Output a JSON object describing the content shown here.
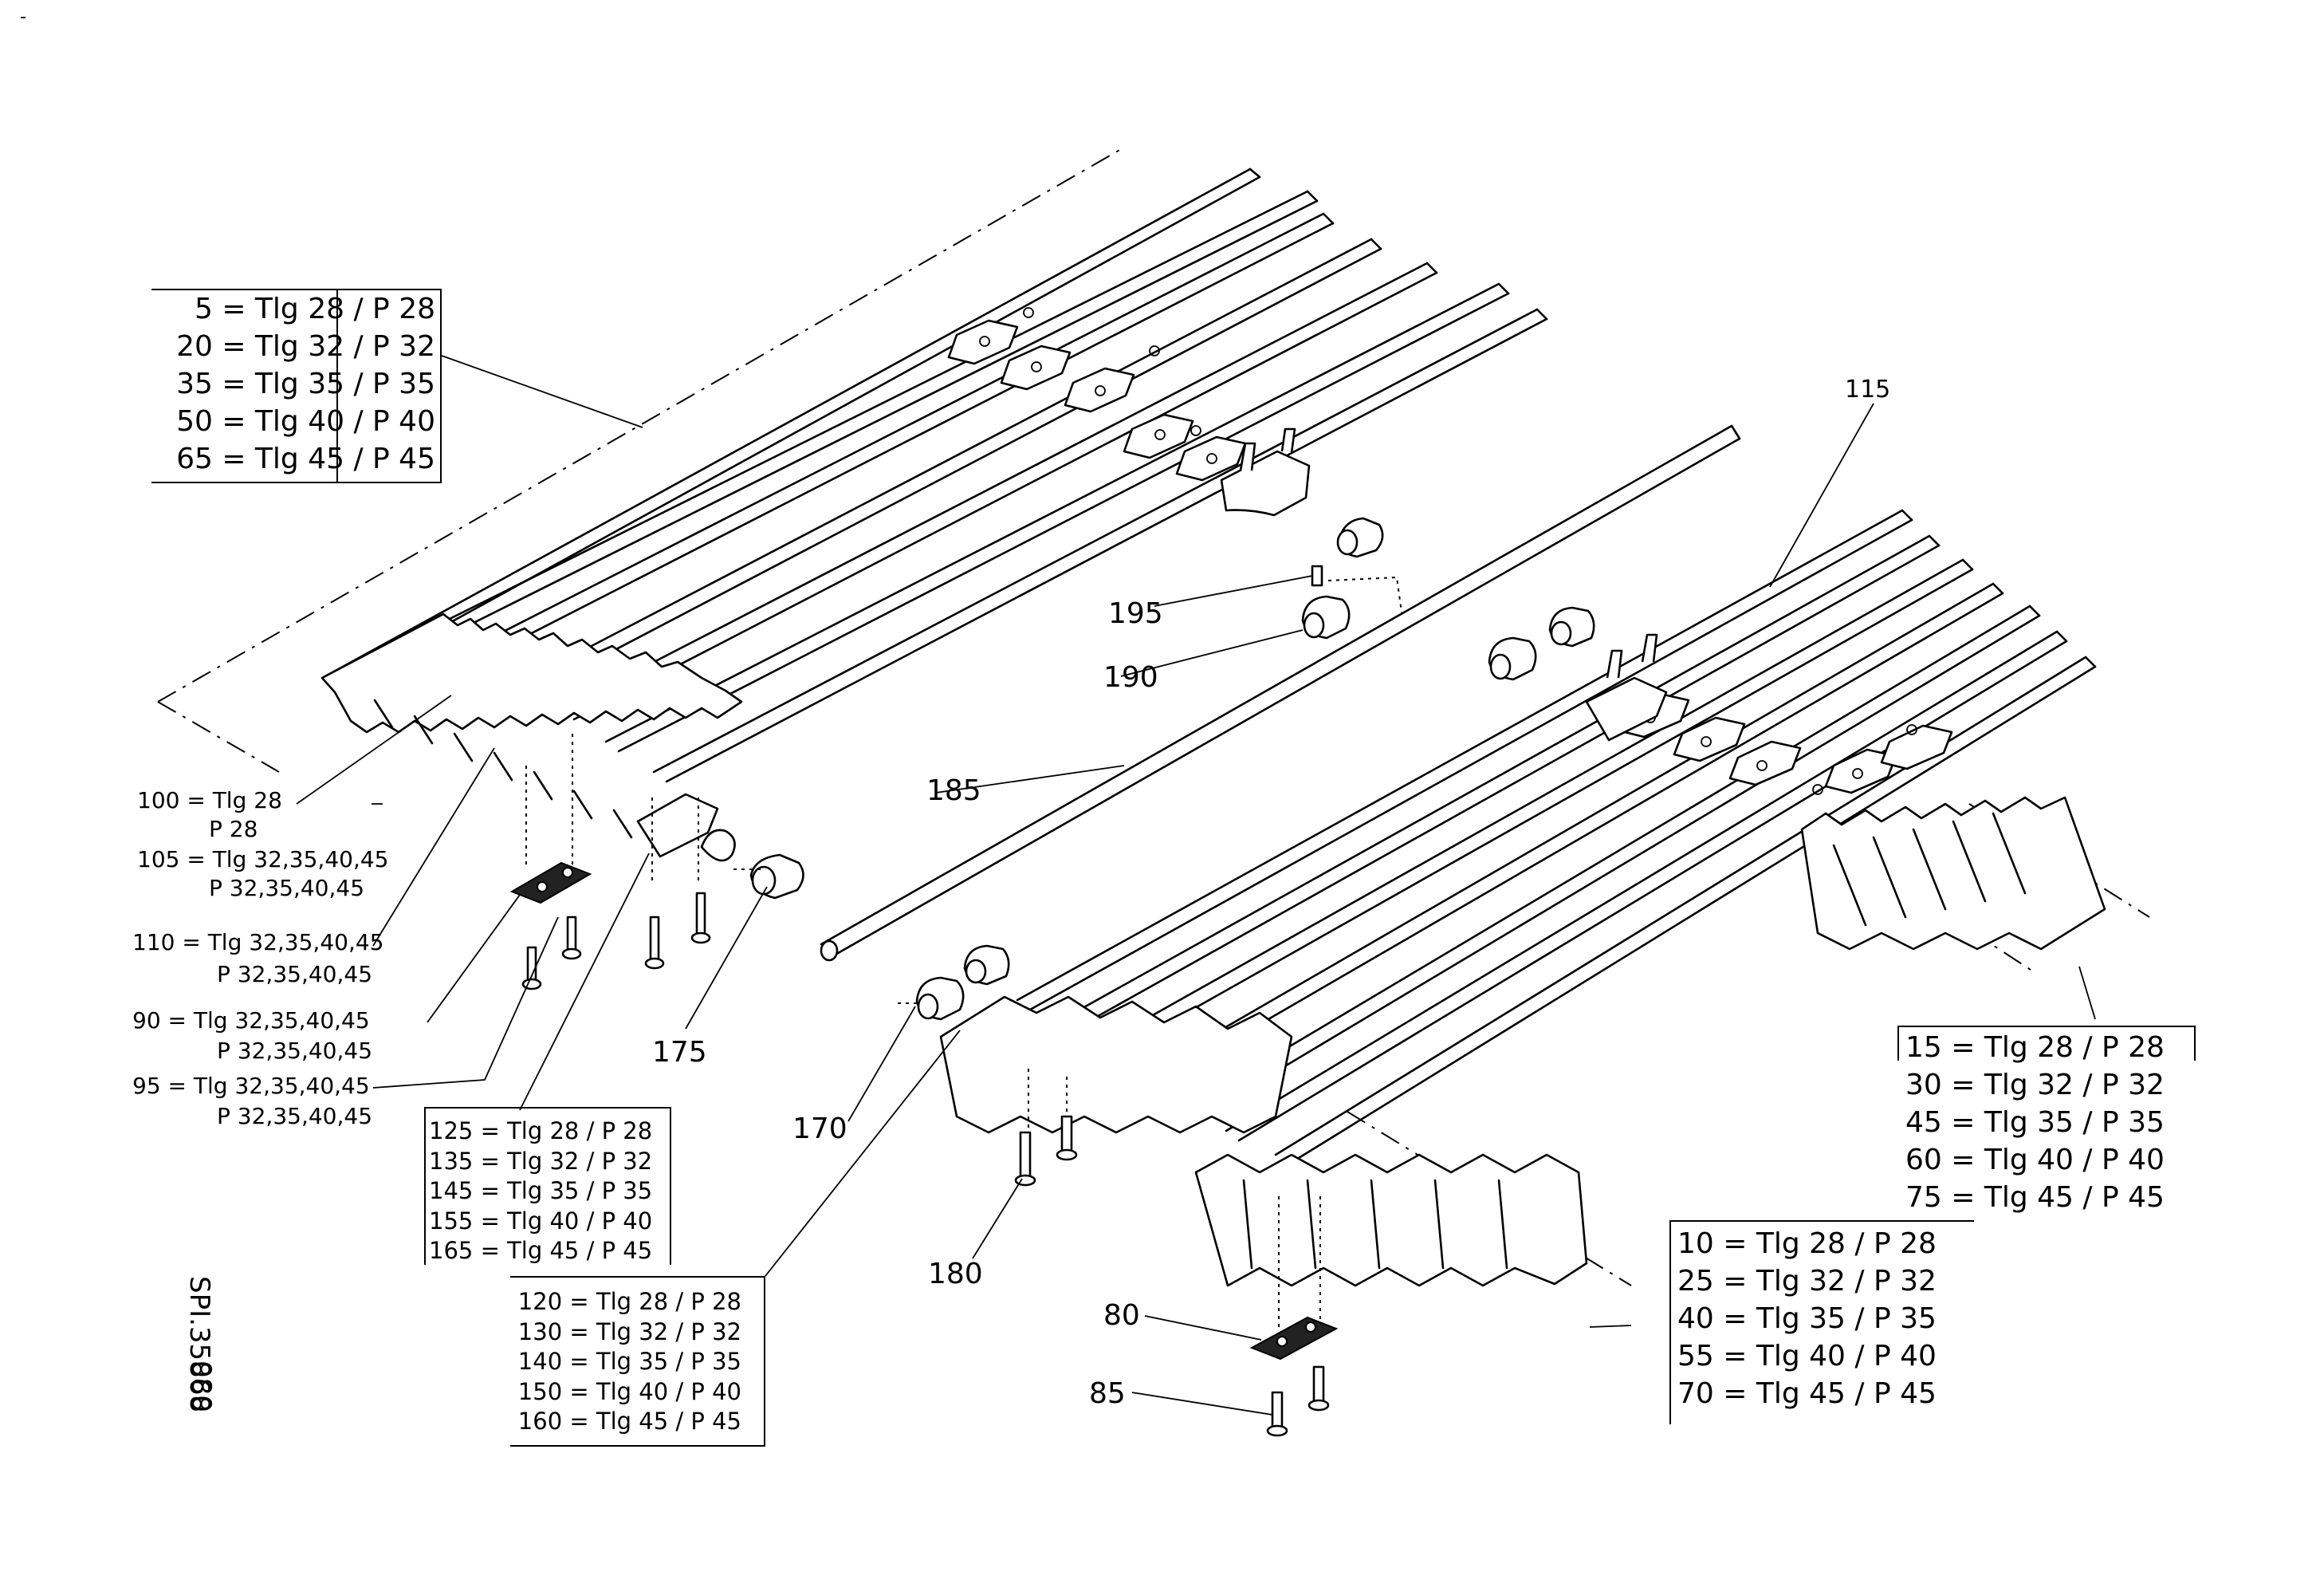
{
  "callouts": {
    "c115": "115",
    "c195": "195",
    "c190": "190",
    "c185": "185",
    "c175": "175",
    "c170": "170",
    "c180": "180",
    "c80": "80",
    "c85": "85"
  },
  "drawing_id": {
    "code": "SPI.35868",
    "sheet": "080"
  },
  "box_top_left": [
    "5 = Tlg 28 / P 28",
    "20 = Tlg 32 / P 32",
    "35 = Tlg 35 / P 35",
    "50 = Tlg 40 / P 40",
    "65 = Tlg 45 / P 45"
  ],
  "box_right": [
    "15 = Tlg 28 / P 28",
    "30 = Tlg 32 / P 32",
    "45 = Tlg 35 / P 35",
    "60 = Tlg 40 / P 40",
    "75 = Tlg 45 / P 45"
  ],
  "box_bottom_right": [
    "10 = Tlg 28 / P 28",
    "25 = Tlg 32 / P 32",
    "40 = Tlg 35 / P 35",
    "55 = Tlg 40 / P 40",
    "70 = Tlg 45 / P 45"
  ],
  "box_mid_left": [
    "125 = Tlg 28 / P 28",
    "135 = Tlg 32 / P 32",
    "145 = Tlg 35 / P 35",
    "155 = Tlg 40 / P 40",
    "165 = Tlg 45 / P 45"
  ],
  "box_bottom_left": [
    "120 = Tlg 28 / P 28",
    "130 = Tlg 32 / P 32",
    "140 = Tlg 35 / P 35",
    "150 = Tlg 40 / P 40",
    "160 = Tlg 45 / P 45"
  ],
  "left_labels": {
    "l100a": "100 = Tlg 28",
    "l100b": "P 28",
    "l105a": "105 = Tlg 32,35,40,45",
    "l105b": "P 32,35,40,45",
    "l110a": "110 = Tlg 32,35,40,45",
    "l110b": "P 32,35,40,45",
    "l90a": "90 = Tlg 32,35,40,45",
    "l90b": "P 32,35,40,45",
    "l95a": "95 = Tlg 32,35,40,45",
    "l95b": "P 32,35,40,45"
  }
}
